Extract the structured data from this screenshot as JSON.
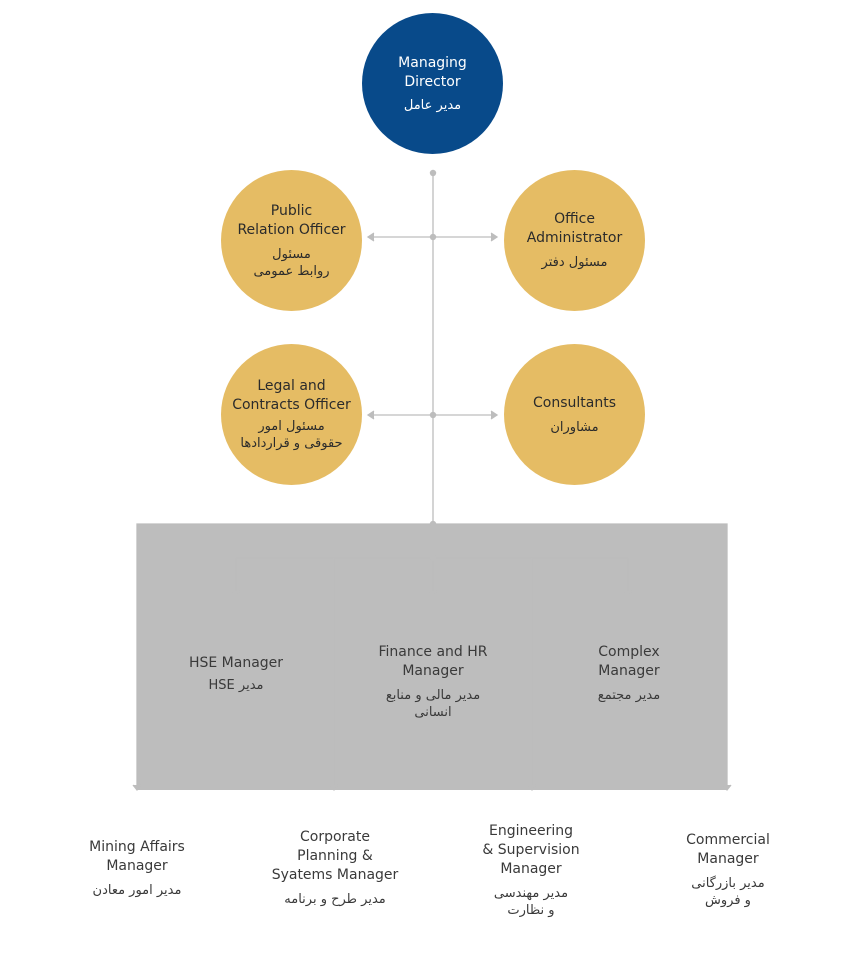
{
  "chart": {
    "colors": {
      "primary": "#084a8a",
      "secondary": "#e5bc64",
      "connector": "#bdbdbd"
    },
    "root": {
      "en": "Managing\nDirector",
      "fa": "مدیر عامل"
    },
    "staff": [
      {
        "id": "pr",
        "side": "left",
        "en": "Public\nRelation Officer",
        "fa": "مسئول\nروابط عمومی"
      },
      {
        "id": "office",
        "side": "right",
        "en": "Office\nAdministrator",
        "fa": "مسئول دفتر"
      },
      {
        "id": "legal",
        "side": "left",
        "en": "Legal and\nContracts Officer",
        "fa": "مسئول امور\nحقوقی و قراردادها"
      },
      {
        "id": "consult",
        "side": "right",
        "en": "Consultants",
        "fa": "مشاوران"
      }
    ],
    "level1": [
      {
        "id": "hse",
        "en": "HSE Manager",
        "fa": "مدیر HSE"
      },
      {
        "id": "finance",
        "en": "Finance and HR\nManager",
        "fa": "مدیر مالی و منابع\nانسانی"
      },
      {
        "id": "complex",
        "en": "Complex\nManager",
        "fa": "مدیر مجتمع"
      }
    ],
    "level2": [
      {
        "id": "mining",
        "en": "Mining Affairs\nManager",
        "fa": "مدیر امور معادن"
      },
      {
        "id": "planning",
        "en": "Corporate\nPlanning &\nSyatems Manager",
        "fa": "مدیر طرح و برنامه"
      },
      {
        "id": "engineering",
        "en": "Engineering\n& Supervision\nManager",
        "fa": "مدیر مهندسی\nو نظارت"
      },
      {
        "id": "commercial",
        "en": "Commercial\nManager",
        "fa": "مدیر بازرگانی\nو فروش"
      }
    ]
  }
}
